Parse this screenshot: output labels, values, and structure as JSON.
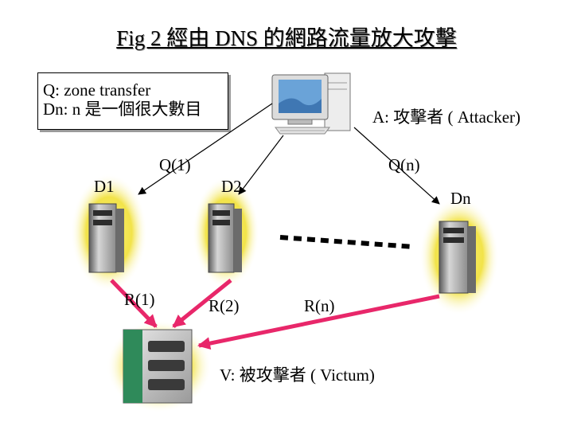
{
  "title": "Fig 2 經由 DNS 的網路流量放大攻擊",
  "query_box": {
    "line1": "Q: zone transfer",
    "line2": "Dn: n 是一個很大數目"
  },
  "attacker_label": "A: 攻擊者 ( Attacker)",
  "victim_label": "V: 被攻擊者 ( Victum)",
  "servers": [
    {
      "name": "D1",
      "response": "R(1)"
    },
    {
      "name": "D2",
      "response": "R(2)"
    },
    {
      "name": "Dn",
      "response": "R(n)"
    }
  ],
  "queries": {
    "first": "Q(1)",
    "last": "Q(n)"
  },
  "colors": {
    "response_arrow": "#e8276a",
    "query_arrow": "#000000",
    "glow": "#f2e34a"
  }
}
